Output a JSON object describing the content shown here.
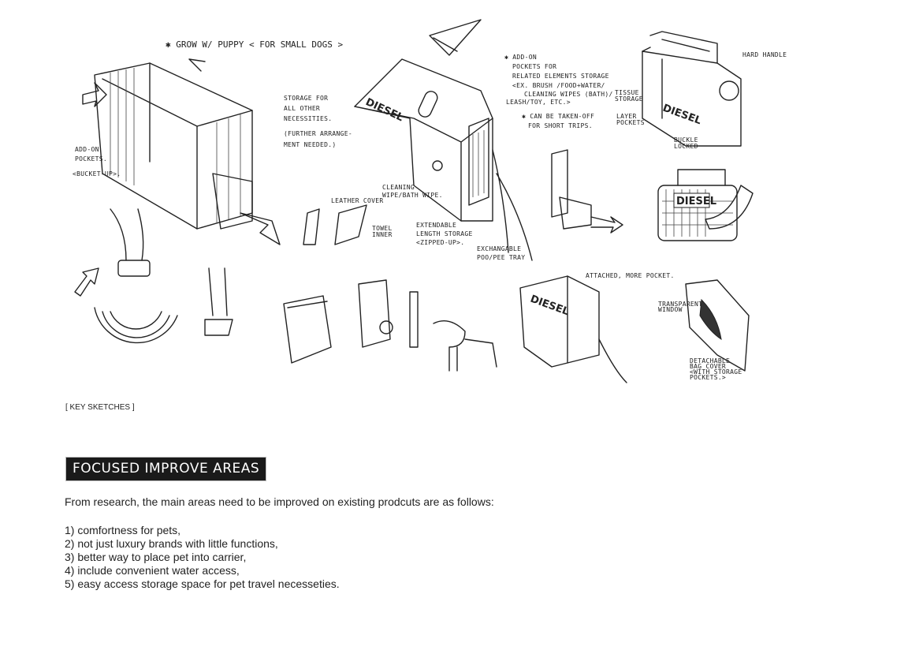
{
  "sketches": {
    "notes": {
      "grow": "✱ GROW W/ PUPPY < FOR SMALL DOGS >",
      "addon_pockets": [
        "ADD-ON",
        "POCKETS.",
        "<BUCKET-UP>."
      ],
      "storage": [
        "STORAGE FOR",
        "ALL OTHER",
        "NECESSITIES.",
        "(FURTHER ARRANGE-",
        "MENT NEEDED.)"
      ],
      "cleaning": [
        "CLEANING",
        "WIPE/BATH WIPE."
      ],
      "extendable": [
        "EXTENDABLE",
        "LENGTH STORAGE",
        "<ZIPPED-UP>."
      ],
      "tray": [
        "EXCHANGABLE",
        "POO/PEE TRAY"
      ],
      "addon_related": [
        "✱ ADD-ON",
        "POCKETS FOR",
        "RELATED ELEMENTS STORAGE",
        "<EX. BRUSH /FOOD+WATER/",
        "CLEANING WIPES (BATH)/",
        "LEASH/TOY, ETC.>",
        "✱ CAN BE TAKEN-OFF",
        "FOR SHORT TRIPS."
      ],
      "hard_handle": "HARD HANDLE",
      "tissue": [
        "TISSUE",
        "STORAGE"
      ],
      "layer": [
        "LAYER",
        "POCKETS"
      ],
      "buckle": [
        "BUCKLE",
        "LOCKED"
      ],
      "leather": "LEATHER COVER",
      "towel": [
        "TOWEL",
        "INNER"
      ],
      "attached": "ATTACHED, MORE POCKET.",
      "window": [
        "TRANSPARENT",
        "WINDOW"
      ],
      "bag_cover": [
        "DETACHABLE",
        "BAG COVER",
        "<WITH STORAGE",
        "POCKETS.>"
      ],
      "brand": "DIESEL"
    }
  },
  "caption": "[ KEY SKETCHES ]",
  "section": {
    "heading": "FOCUSED IMPROVE AREAS",
    "intro": "From research, the main areas need to be improved on existing prodcuts are as follows:",
    "items": [
      "1) comfortness for pets,",
      "2) not just luxury brands with little functions,",
      "3) better way to place pet into carrier,",
      "4) include convenient water access,",
      "5) easy access storage space for pet travel necesseties."
    ]
  }
}
